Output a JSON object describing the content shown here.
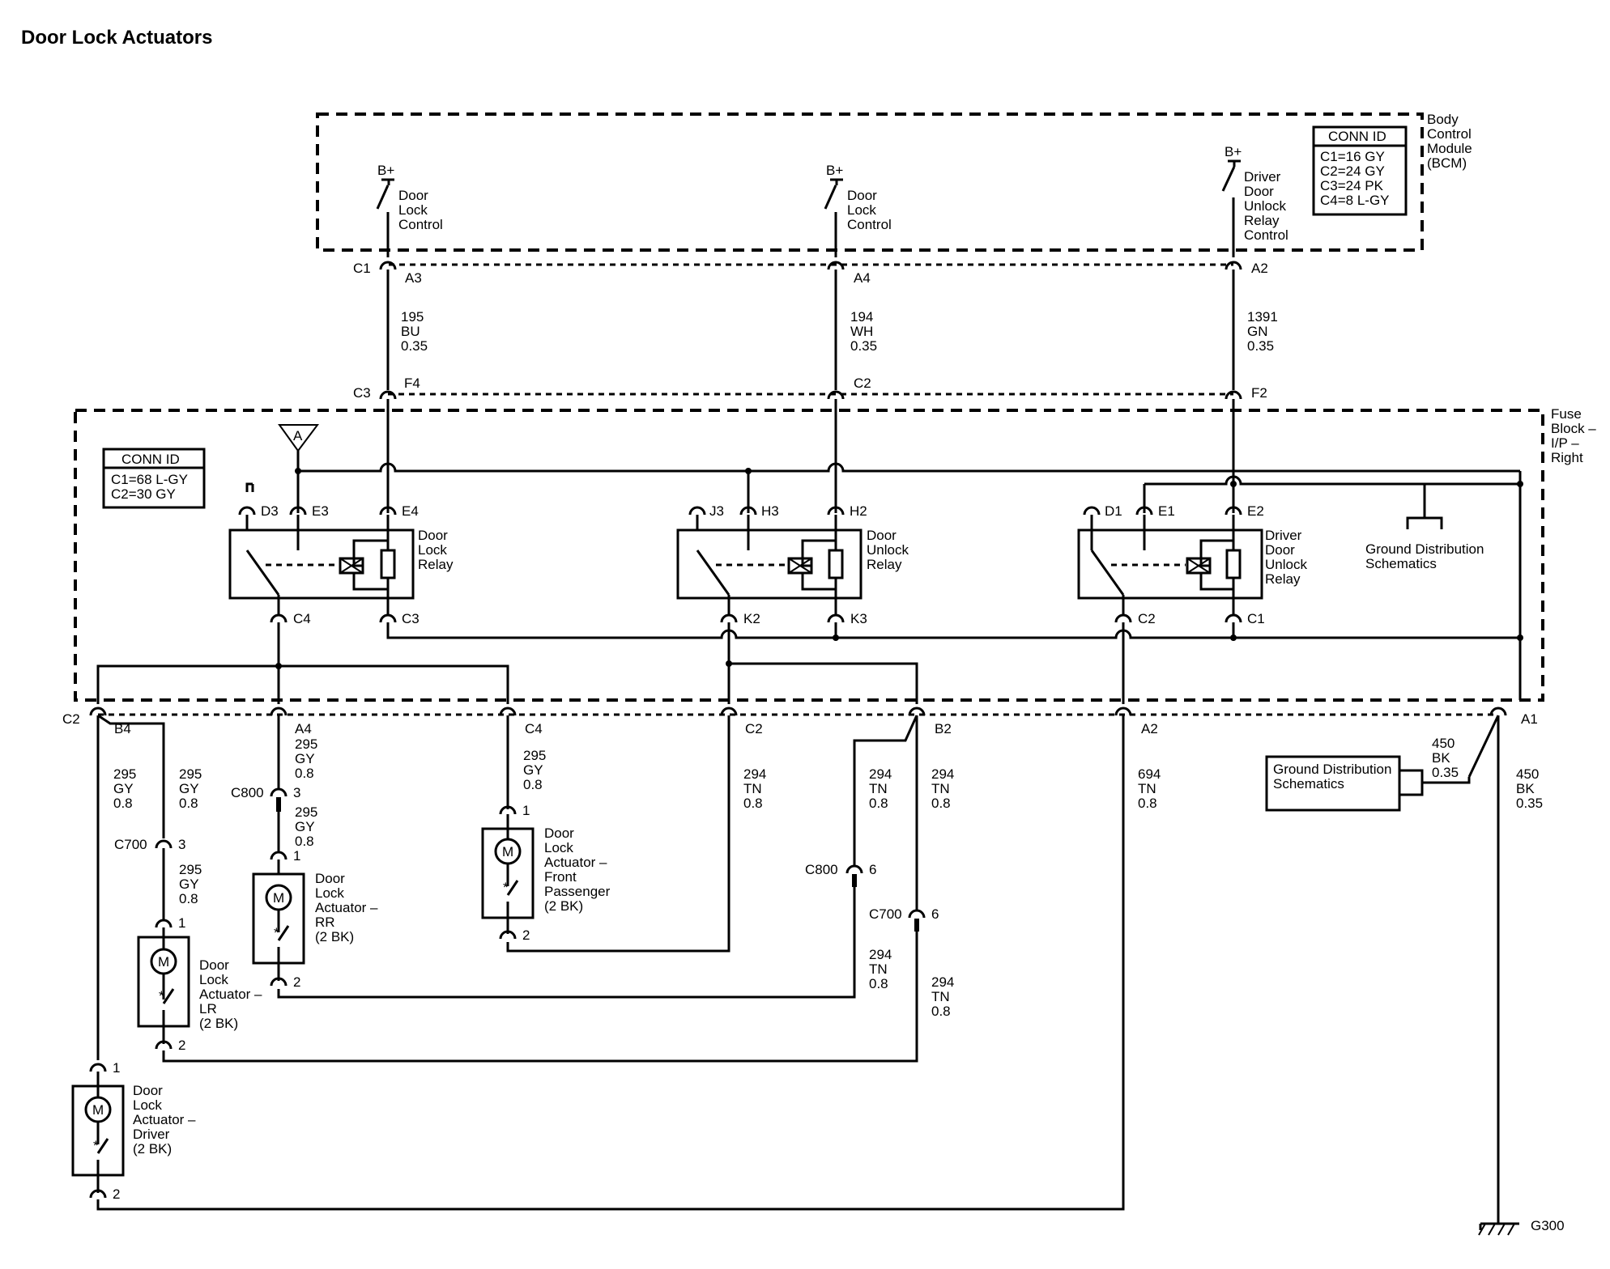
{
  "title": "Door Lock Actuators",
  "bcm": {
    "name": [
      "Body",
      "Control",
      "Module",
      "(BCM)"
    ],
    "conn_id_header": "CONN ID",
    "conn_ids": [
      "C1=16 GY",
      "C2=24 GY",
      "C3=24 PK",
      "C4=8 L-GY"
    ],
    "bplus": "B+",
    "switches": [
      {
        "label": [
          "Door",
          "Lock",
          "Control"
        ],
        "pin": "A3",
        "conn": "C1"
      },
      {
        "label": [
          "Door",
          "Lock",
          "Control"
        ],
        "pin": "A4"
      },
      {
        "label": [
          "Driver",
          "Door",
          "Unlock",
          "Relay",
          "Control"
        ],
        "pin": "A2"
      }
    ]
  },
  "bcm_wires": [
    {
      "circuit": "195",
      "color": "BU",
      "gauge": "0.35"
    },
    {
      "circuit": "194",
      "color": "WH",
      "gauge": "0.35"
    },
    {
      "circuit": "1391",
      "color": "GN",
      "gauge": "0.35"
    }
  ],
  "fuse_block": {
    "name": [
      "Fuse",
      "Block –",
      "I/P –",
      "Right"
    ],
    "conn_id_header": "CONN ID",
    "conn_ids": [
      "C1=68 L-GY",
      "C2=30 GY"
    ],
    "top_pins": [
      {
        "conn": "C3",
        "pin": "F4"
      },
      {
        "pin": "C2"
      },
      {
        "pin": "F2"
      }
    ],
    "feed_symbol": "A",
    "relays": [
      {
        "label": [
          "Door",
          "Lock",
          "Relay"
        ],
        "pins_top": [
          "D3",
          "E3",
          "E4"
        ],
        "pins_bottom": [
          "C4",
          "C3"
        ]
      },
      {
        "label": [
          "Door",
          "Unlock",
          "Relay"
        ],
        "pins_top": [
          "J3",
          "H3",
          "H2"
        ],
        "pins_bottom": [
          "K2",
          "K3"
        ]
      },
      {
        "label": [
          "Driver",
          "Door",
          "Unlock",
          "Relay"
        ],
        "pins_top": [
          "D1",
          "E1",
          "E2"
        ],
        "pins_bottom": [
          "C2",
          "C1"
        ]
      }
    ],
    "ground_ref": [
      "Ground Distribution",
      "Schematics"
    ],
    "bottom_pins": [
      {
        "conn": "C2",
        "pin": "B4"
      },
      {
        "pin": "A4"
      },
      {
        "pin": "C4"
      },
      {
        "pin": "C2"
      },
      {
        "pin": "B2"
      },
      {
        "pin": "A2"
      },
      {
        "pin": "A1"
      }
    ]
  },
  "wire_labels": [
    [
      "295",
      "GY",
      "0.8"
    ],
    [
      "295",
      "GY",
      "0.8"
    ],
    [
      "295",
      "GY",
      "0.8"
    ],
    [
      "295",
      "GY",
      "0.8"
    ],
    [
      "295",
      "GY",
      "0.8"
    ],
    [
      "295",
      "GY",
      "0.8"
    ],
    [
      "294",
      "TN",
      "0.8"
    ],
    [
      "294",
      "TN",
      "0.8"
    ],
    [
      "294",
      "TN",
      "0.8"
    ],
    [
      "294",
      "TN",
      "0.8"
    ],
    [
      "294",
      "TN",
      "0.8"
    ],
    [
      "694",
      "TN",
      "0.8"
    ],
    [
      "450",
      "BK",
      "0.35"
    ],
    [
      "450",
      "BK",
      "0.35"
    ]
  ],
  "inline_connectors": [
    {
      "name": "C700",
      "pin": "3"
    },
    {
      "name": "C800",
      "pin": "3"
    },
    {
      "name": "C800",
      "pin": "6"
    },
    {
      "name": "C700",
      "pin": "6"
    }
  ],
  "actuators": [
    {
      "label": [
        "Door",
        "Lock",
        "Actuator –",
        "LR",
        "(2 BK)"
      ],
      "pin_top": "1",
      "pin_bottom": "2",
      "motor": "M"
    },
    {
      "label": [
        "Door",
        "Lock",
        "Actuator –",
        "RR",
        "(2 BK)"
      ],
      "pin_top": "1",
      "pin_bottom": "2",
      "motor": "M"
    },
    {
      "label": [
        "Door",
        "Lock",
        "Actuator –",
        "Front",
        "Passenger",
        "(2 BK)"
      ],
      "pin_top": "1",
      "pin_bottom": "2",
      "motor": "M"
    },
    {
      "label": [
        "Door",
        "Lock",
        "Actuator –",
        "Driver",
        "(2 BK)"
      ],
      "pin_top": "1",
      "pin_bottom": "2",
      "motor": "M"
    }
  ],
  "ground_ref_2": [
    "Ground Distribution",
    "Schematics"
  ],
  "ground": "G300"
}
